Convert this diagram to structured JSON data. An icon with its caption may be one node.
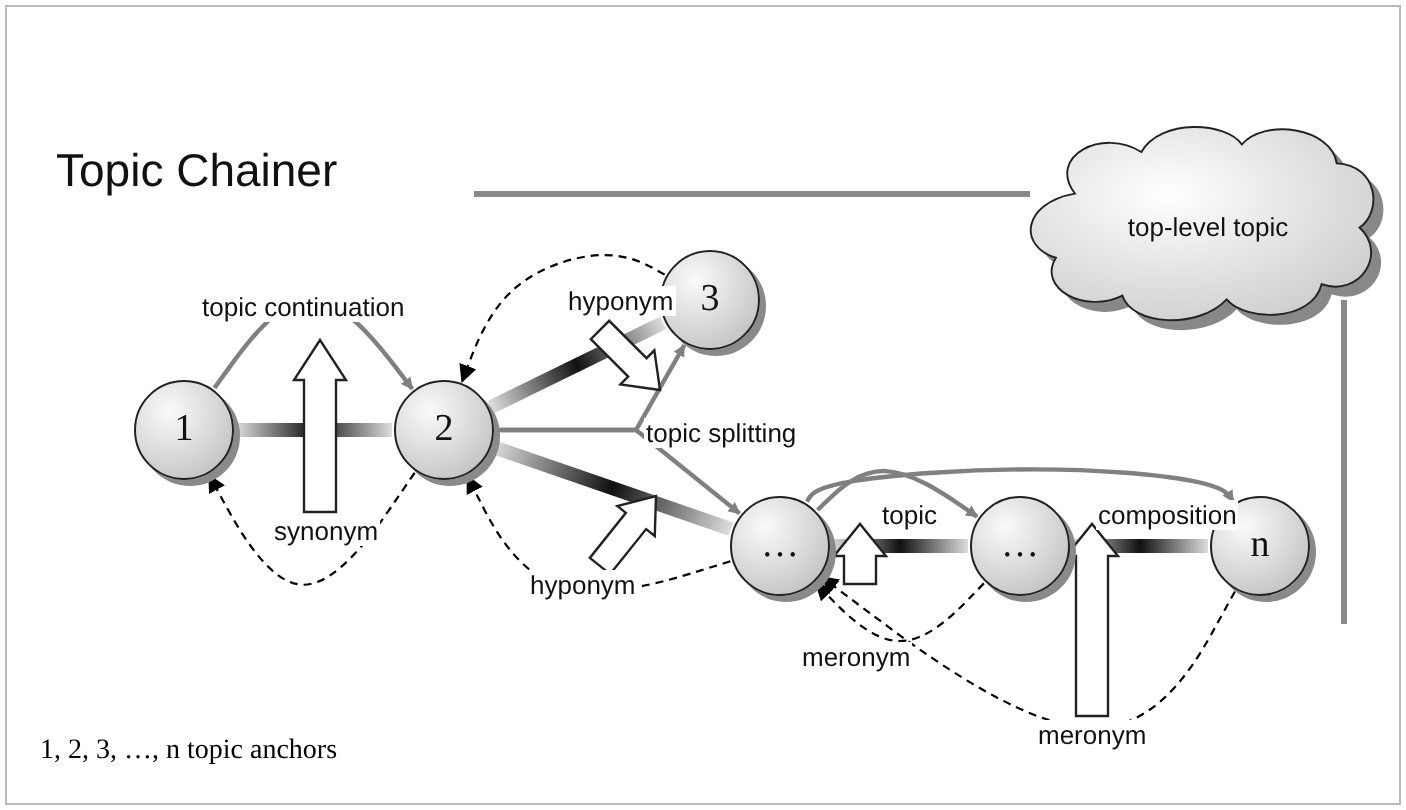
{
  "diagram": {
    "title": "Topic Chainer",
    "nodes": [
      {
        "text": [
          "1"
        ]
      },
      {
        "text": [
          "2"
        ]
      },
      {
        "text": [
          "3"
        ]
      },
      {
        "text": [
          "…"
        ]
      },
      {
        "text": [
          "…"
        ]
      },
      {
        "text": [
          "n"
        ]
      },
      {
        "text": [
          "top-level topic"
        ]
      }
    ],
    "edges": [
      {
        "from": 0,
        "to": 1,
        "arrow": "none",
        "style": "thick"
      },
      {
        "from": 1,
        "to": 2,
        "arrow": "none",
        "style": "thick"
      },
      {
        "from": 1,
        "to": 3,
        "arrow": "none",
        "style": "thick"
      },
      {
        "from": 3,
        "to": 4,
        "arrow": "none",
        "style": "thick"
      },
      {
        "from": 4,
        "to": 5,
        "arrow": "none",
        "style": "thick"
      },
      {
        "from": 0,
        "to": 1,
        "arrow": "to",
        "label": "topic continuation",
        "color": "#808080"
      },
      {
        "from": 1,
        "to": 2,
        "arrow": "to",
        "label": "topic splitting",
        "color": "#808080"
      },
      {
        "from": 1,
        "to": 3,
        "arrow": "to",
        "color": "#808080"
      },
      {
        "from": 3,
        "to": 4,
        "arrow": "to",
        "label": "topic",
        "color": "#808080"
      },
      {
        "from": 3,
        "to": 5,
        "arrow": "to",
        "label": "composition",
        "color": "#808080"
      },
      {
        "from": 1,
        "to": 0,
        "arrow": "to",
        "label": "synonym",
        "style": "dashed",
        "color": "#000000"
      },
      {
        "from": 2,
        "to": 1,
        "arrow": "to",
        "label": "hyponym",
        "style": "dashed",
        "color": "#000000"
      },
      {
        "from": 3,
        "to": 1,
        "arrow": "to",
        "label": "hyponym",
        "style": "dashed",
        "color": "#000000"
      },
      {
        "from": 4,
        "to": 3,
        "arrow": "to",
        "label": "meronym",
        "style": "dashed",
        "color": "#000000"
      },
      {
        "from": 5,
        "to": 3,
        "arrow": "to",
        "label": "meronym",
        "style": "dashed",
        "color": "#000000"
      }
    ],
    "labels": [
      "1, 2, 3, …, n topic anchors"
    ]
  }
}
